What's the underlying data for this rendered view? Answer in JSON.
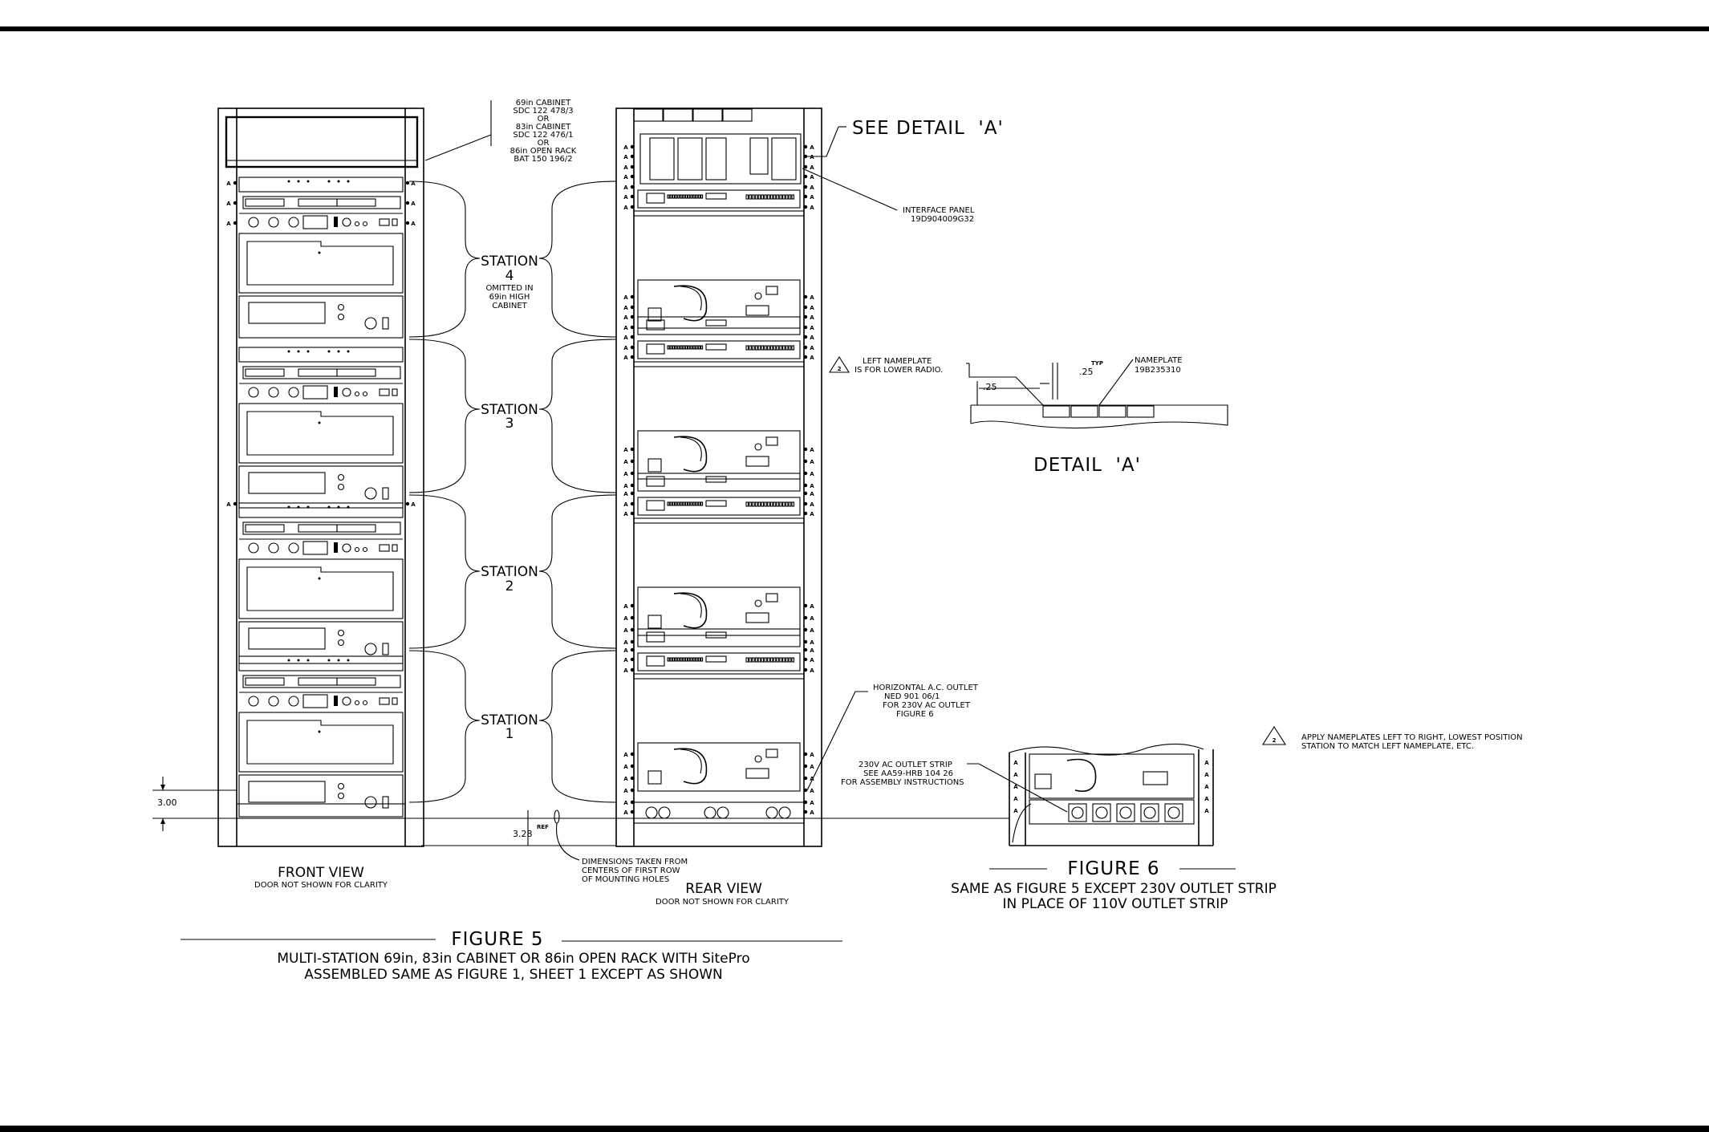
{
  "cabinet_callout": [
    "69in CABINET",
    "SDC 122 478/3",
    "OR",
    "83in CABINET",
    "SDC 122 476/1",
    "OR",
    "86in OPEN RACK",
    "BAT 150 196/2"
  ],
  "stations": [
    {
      "label": "STATION",
      "number": "4",
      "note": [
        "OMITTED IN",
        "69in HIGH",
        "CABINET"
      ]
    },
    {
      "label": "STATION",
      "number": "3"
    },
    {
      "label": "STATION",
      "number": "2"
    },
    {
      "label": "STATION",
      "number": "1"
    }
  ],
  "see_detail": "SEE DETAIL  'A'",
  "interface_panel": [
    "INTERFACE PANEL",
    "19D904009G32"
  ],
  "detail_a": {
    "title": "DETAIL  'A'",
    "left_nameplate": [
      "LEFT NAMEPLATE",
      "IS FOR LOWER RADIO."
    ],
    "note_marker": "2",
    "nameplate": [
      "NAMEPLATE",
      "19B235310"
    ],
    "dim_spacing": ".25",
    "dim_spacing_sup": "TYP",
    "dim_left": ".25"
  },
  "ac_outlet_callout": [
    "HORIZONTAL A.C. OUTLET",
    "NED 901 06/1",
    "FOR 230V AC OUTLET",
    "FIGURE 6"
  ],
  "outlet_strip_callout": [
    "230V AC OUTLET STRIP",
    "SEE AA59-HRB 104 26",
    "FOR ASSEMBLY INSTRUCTIONS"
  ],
  "apply_note": {
    "marker": "2",
    "lines": [
      "APPLY NAMEPLATES LEFT TO RIGHT, LOWEST POSITION",
      "STATION TO MATCH LEFT NAMEPLATE, ETC."
    ]
  },
  "dim_300": "3.00",
  "dim_328": "3.28",
  "dim_328_sup": "REF",
  "dimensions_note": [
    "DIMENSIONS TAKEN FROM",
    "CENTERS OF FIRST ROW",
    "OF MOUNTING HOLES"
  ],
  "front_view": {
    "title": "FRONT VIEW",
    "sub": "DOOR NOT SHOWN FOR CLARITY"
  },
  "rear_view": {
    "title": "REAR VIEW",
    "sub": "DOOR NOT SHOWN FOR CLARITY"
  },
  "figure5": {
    "title": "FIGURE 5",
    "lines": [
      "MULTI-STATION 69in, 83in CABINET OR 86in OPEN RACK WITH SitePro",
      "ASSEMBLED SAME AS FIGURE 1, SHEET 1 EXCEPT AS SHOWN"
    ]
  },
  "figure6": {
    "title": "FIGURE 6",
    "lines": [
      "SAME AS FIGURE 5 EXCEPT 230V OUTLET STRIP",
      "IN PLACE OF 110V OUTLET STRIP"
    ]
  },
  "hole_mark": "A"
}
